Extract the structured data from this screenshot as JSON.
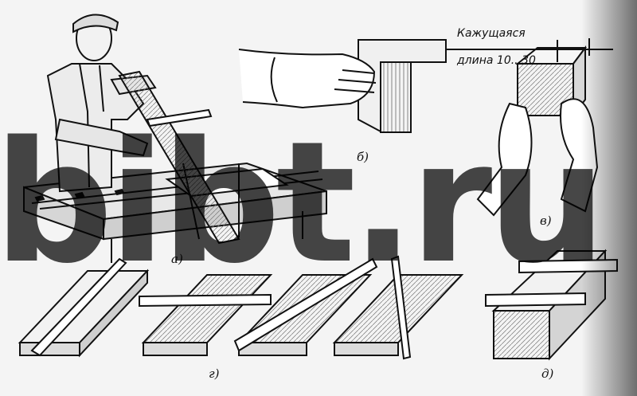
{
  "labels": {
    "a": "а)",
    "b": "б)",
    "v": "в)",
    "g": "г)",
    "d": "д)"
  },
  "annotation": {
    "line1": "Кажущаяся",
    "line2": "длина 10...30"
  },
  "watermark": "bibt.ru"
}
